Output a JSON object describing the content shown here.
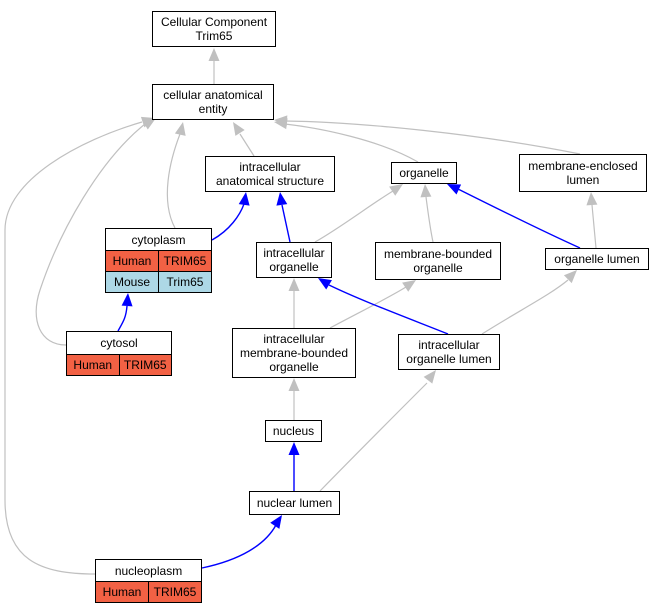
{
  "nodes": {
    "cc_trim65": [
      "Cellular Component",
      "Trim65"
    ],
    "cae": [
      "cellular anatomical",
      "entity"
    ],
    "ias": [
      "intracellular",
      "anatomical structure"
    ],
    "organelle": [
      "organelle"
    ],
    "mel": [
      "membrane-enclosed",
      "lumen"
    ],
    "io": [
      "intracellular",
      "organelle"
    ],
    "mbo": [
      "membrane-bounded",
      "organelle"
    ],
    "ol": [
      "organelle lumen"
    ],
    "imbo": [
      "intracellular",
      "membrane-bounded",
      "organelle"
    ],
    "iol": [
      "intracellular",
      "organelle lumen"
    ],
    "nucleus": [
      "nucleus"
    ],
    "nl": [
      "nuclear lumen"
    ]
  },
  "annotated": {
    "cytoplasm": {
      "label": "cytoplasm",
      "rows": [
        {
          "species": "Human",
          "gene": "TRIM65",
          "color": "#f26144"
        },
        {
          "species": "Mouse",
          "gene": "Trim65",
          "color": "#add8e6"
        }
      ]
    },
    "cytosol": {
      "label": "cytosol",
      "rows": [
        {
          "species": "Human",
          "gene": "TRIM65",
          "color": "#f26144"
        }
      ]
    },
    "nucleoplasm": {
      "label": "nucleoplasm",
      "rows": [
        {
          "species": "Human",
          "gene": "TRIM65",
          "color": "#f26144"
        }
      ]
    }
  },
  "colors": {
    "edge_gray": "#c0c0c0",
    "edge_blue": "#0000ff"
  }
}
